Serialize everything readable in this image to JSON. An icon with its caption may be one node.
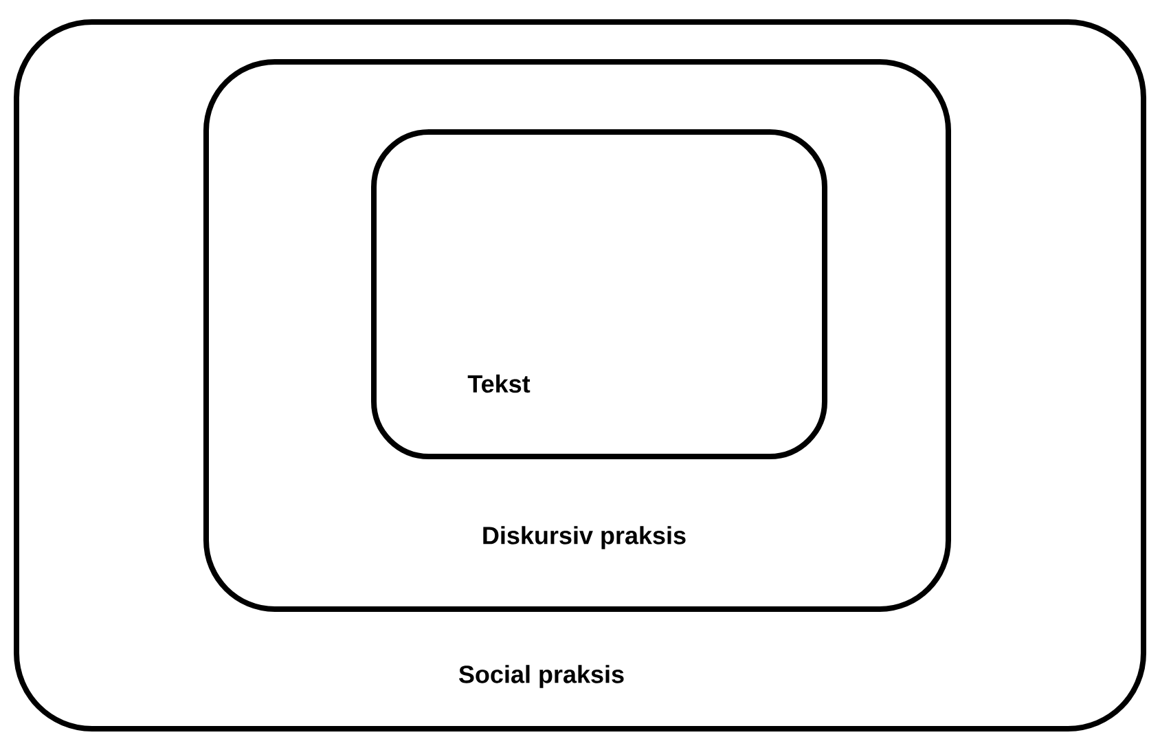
{
  "diagram": {
    "nodes": [
      {
        "text": [
          "Social praksis"
        ]
      },
      {
        "text": [
          "Diskursiv praksis"
        ],
        "in": 0
      },
      {
        "text": [
          "Tekst"
        ],
        "in": 1
      }
    ]
  }
}
